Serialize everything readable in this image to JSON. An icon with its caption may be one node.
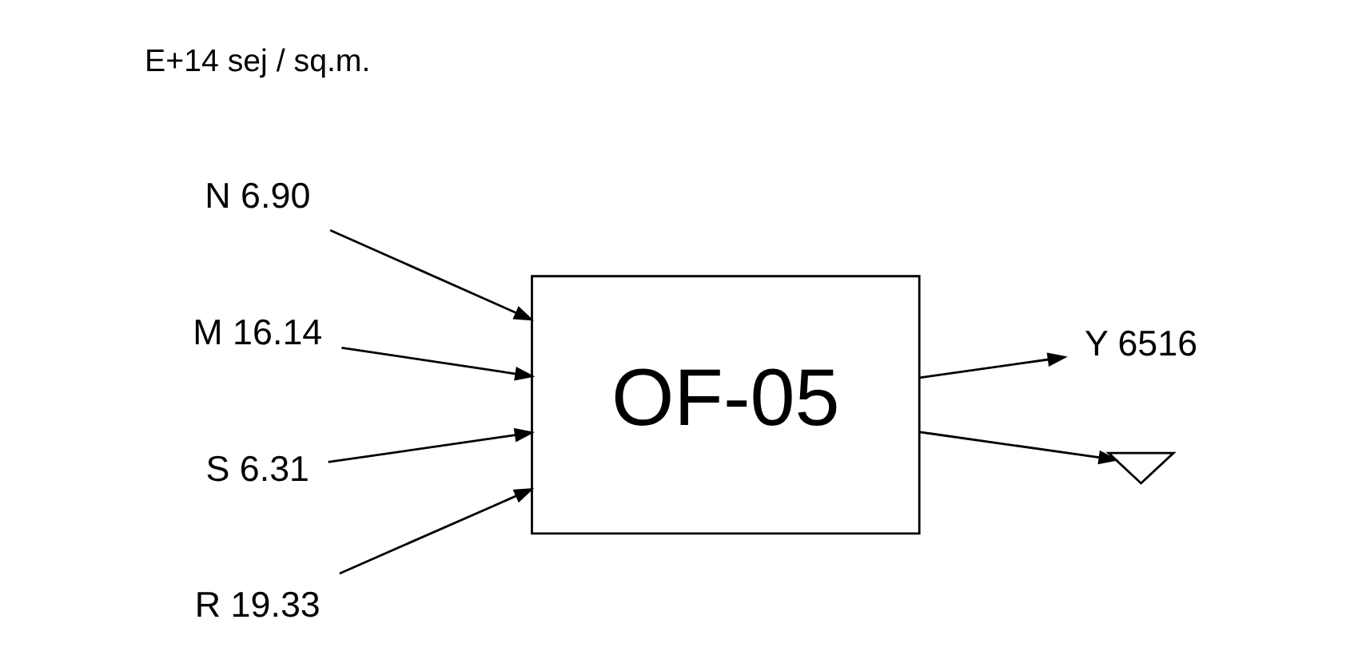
{
  "diagram": {
    "nodes": [
      {
        "text": [
          "N 6.90"
        ]
      },
      {
        "text": [
          "M 16.14"
        ]
      },
      {
        "text": [
          "S 6.31"
        ]
      },
      {
        "text": [
          "R 19.33"
        ]
      },
      {
        "text": [
          "OF-05"
        ]
      },
      {
        "text": [
          "Y 6516"
        ]
      },
      {
        "text": [],
        "shape": "ground"
      }
    ],
    "edges": [
      {
        "from": 0,
        "to": 4,
        "arrow": "to"
      },
      {
        "from": 1,
        "to": 4,
        "arrow": "to"
      },
      {
        "from": 2,
        "to": 4,
        "arrow": "to"
      },
      {
        "from": 3,
        "to": 4,
        "arrow": "to"
      },
      {
        "from": 4,
        "to": 5,
        "arrow": "to"
      },
      {
        "from": 4,
        "to": 6,
        "arrow": "to"
      }
    ],
    "labels": [
      "E+14 sej / sq.m."
    ]
  }
}
